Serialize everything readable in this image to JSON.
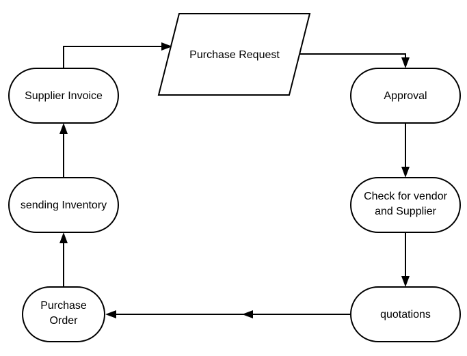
{
  "diagram": {
    "nodes": {
      "purchase_request": {
        "label": "Purchase Request",
        "shape": "parallelogram"
      },
      "approval": {
        "label": "Approval",
        "shape": "terminator"
      },
      "check_vendor": {
        "label_lines": [
          "Check for vendor",
          "and Supplier"
        ],
        "shape": "terminator"
      },
      "quotations": {
        "label": "quotations",
        "shape": "terminator"
      },
      "purchase_order": {
        "label_lines": [
          "Purchase",
          "Order"
        ],
        "shape": "terminator"
      },
      "sending_inventory": {
        "label": "sending Inventory",
        "shape": "terminator"
      },
      "supplier_invoice": {
        "label": "Supplier Invoice",
        "shape": "terminator"
      }
    },
    "edges": [
      {
        "from": "purchase_request",
        "to": "approval"
      },
      {
        "from": "approval",
        "to": "check_vendor"
      },
      {
        "from": "check_vendor",
        "to": "quotations"
      },
      {
        "from": "quotations",
        "to": "purchase_order"
      },
      {
        "from": "purchase_order",
        "to": "sending_inventory"
      },
      {
        "from": "sending_inventory",
        "to": "supplier_invoice"
      },
      {
        "from": "supplier_invoice",
        "to": "purchase_request"
      }
    ],
    "colors": {
      "stroke": "#000000",
      "fill": "#ffffff",
      "text": "#000000"
    }
  }
}
